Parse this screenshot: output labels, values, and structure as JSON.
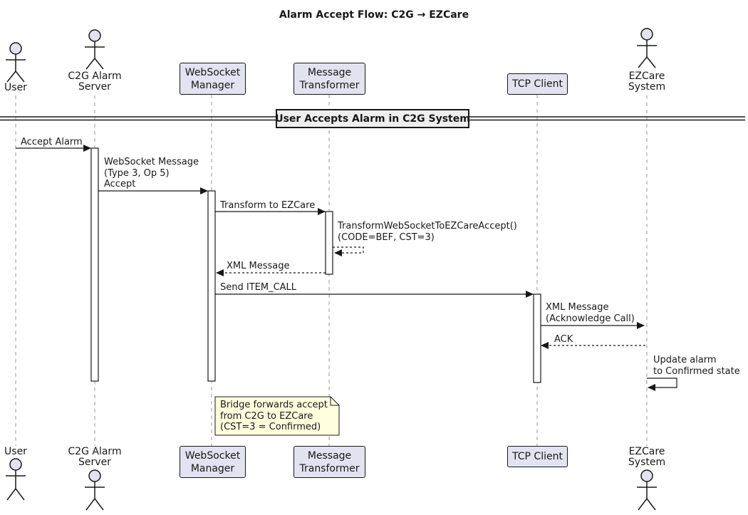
{
  "title": "Alarm Accept Flow: C2G → EZCare",
  "divider": {
    "label": "User Accepts Alarm in C2G System"
  },
  "actors": {
    "user": {
      "lines": [
        "User"
      ]
    },
    "c2g": {
      "lines": [
        "C2G Alarm",
        "Server"
      ]
    },
    "ezcare": {
      "lines": [
        "EZCare",
        "System"
      ]
    }
  },
  "participants": {
    "websocket_manager": {
      "lines": [
        "WebSocket",
        "Manager"
      ]
    },
    "message_transformer": {
      "lines": [
        "Message",
        "Transformer"
      ]
    },
    "tcp_client": {
      "lines": [
        "TCP Client"
      ]
    }
  },
  "messages": {
    "accept_alarm": {
      "lines": [
        "Accept Alarm"
      ]
    },
    "websocket_message": {
      "lines": [
        "WebSocket Message",
        "(Type 3, Op 5)",
        "Accept"
      ]
    },
    "transform_to_ezcare": {
      "lines": [
        "Transform to EZCare"
      ]
    },
    "transform_self_call": {
      "lines": [
        "TransformWebSocketToEZCareAccept()",
        "(CODE=BEF, CST=3)"
      ]
    },
    "xml_message_return": {
      "lines": [
        "XML Message"
      ]
    },
    "send_item_call": {
      "lines": [
        "Send ITEM_CALL"
      ]
    },
    "xml_acknowledge": {
      "lines": [
        "XML Message",
        "(Acknowledge Call)"
      ]
    },
    "ack": {
      "lines": [
        "ACK"
      ]
    },
    "update_alarm": {
      "lines": [
        "Update alarm",
        "to Confirmed state"
      ]
    }
  },
  "note": {
    "lines": [
      "Bridge forwards accept",
      "from C2G to EZCare",
      "(CST=3 = Confirmed)"
    ]
  },
  "colors": {
    "participant_fill": "#E2E2F0",
    "border": "#181818",
    "note_fill": "#FEFFDD",
    "divider_fill": "#EEEEEE",
    "lifeline": "#999999",
    "activation_fill": "#FFFFFF"
  }
}
